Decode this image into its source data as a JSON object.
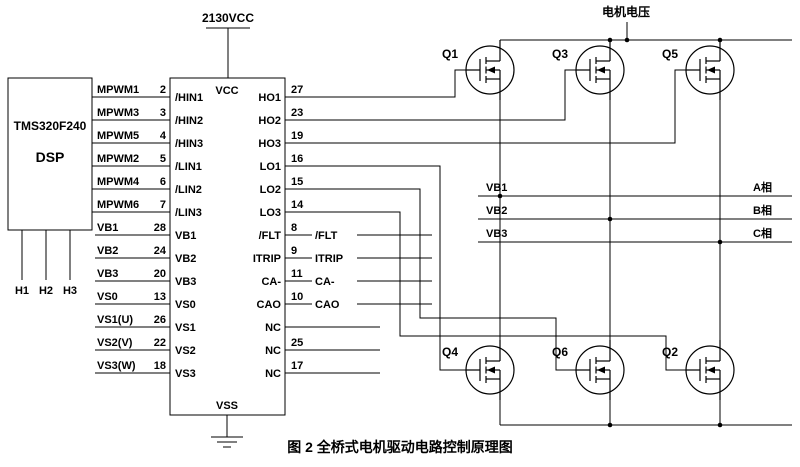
{
  "caption": "图 2  全桥式电机驱动电路控制原理图",
  "power": {
    "vcc_net": "2130VCC",
    "motor_voltage": "电机电压"
  },
  "dsp": {
    "name": "TMS320F240",
    "subtitle": "DSP",
    "hall_inputs": [
      "H1",
      "H2",
      "H3"
    ]
  },
  "driver": {
    "vcc": "VCC",
    "vss": "VSS",
    "left_pins": [
      {
        "signal": "MPWM1",
        "num": "2",
        "pin": "/HIN1"
      },
      {
        "signal": "MPWM3",
        "num": "3",
        "pin": "/HIN2"
      },
      {
        "signal": "MPWM5",
        "num": "4",
        "pin": "/HIN3"
      },
      {
        "signal": "MPWM2",
        "num": "5",
        "pin": "/LIN1"
      },
      {
        "signal": "MPWM4",
        "num": "6",
        "pin": "/LIN2"
      },
      {
        "signal": "MPWM6",
        "num": "7",
        "pin": "/LIN3"
      },
      {
        "signal": "VB1",
        "num": "28",
        "pin": "VB1"
      },
      {
        "signal": "VB2",
        "num": "24",
        "pin": "VB2"
      },
      {
        "signal": "VB3",
        "num": "20",
        "pin": "VB3"
      },
      {
        "signal": "VS0",
        "num": "13",
        "pin": "VS0"
      },
      {
        "signal": "VS1(U)",
        "num": "26",
        "pin": "VS1"
      },
      {
        "signal": "VS2(V)",
        "num": "22",
        "pin": "VS2"
      },
      {
        "signal": "VS3(W)",
        "num": "18",
        "pin": "VS3"
      }
    ],
    "right_pins": [
      {
        "pin": "HO1",
        "num": "27",
        "ext": ""
      },
      {
        "pin": "HO2",
        "num": "23",
        "ext": ""
      },
      {
        "pin": "HO3",
        "num": "19",
        "ext": ""
      },
      {
        "pin": "LO1",
        "num": "16",
        "ext": ""
      },
      {
        "pin": "LO2",
        "num": "15",
        "ext": ""
      },
      {
        "pin": "LO3",
        "num": "14",
        "ext": ""
      },
      {
        "pin": "/FLT",
        "num": "8",
        "ext": "/FLT"
      },
      {
        "pin": "ITRIP",
        "num": "9",
        "ext": "ITRIP"
      },
      {
        "pin": "CA-",
        "num": "11",
        "ext": "CA-"
      },
      {
        "pin": "CAO",
        "num": "10",
        "ext": "CAO"
      },
      {
        "pin": "NC",
        "num": "",
        "ext": ""
      },
      {
        "pin": "NC",
        "num": "25",
        "ext": ""
      },
      {
        "pin": "NC",
        "num": "17",
        "ext": ""
      }
    ]
  },
  "bridge": {
    "high_side": [
      "Q1",
      "Q3",
      "Q5"
    ],
    "low_side": [
      "Q4",
      "Q6",
      "Q2"
    ],
    "phases": [
      {
        "net": "VB1",
        "label": "A相"
      },
      {
        "net": "VB2",
        "label": "B相"
      },
      {
        "net": "VB3",
        "label": "C相"
      }
    ]
  }
}
